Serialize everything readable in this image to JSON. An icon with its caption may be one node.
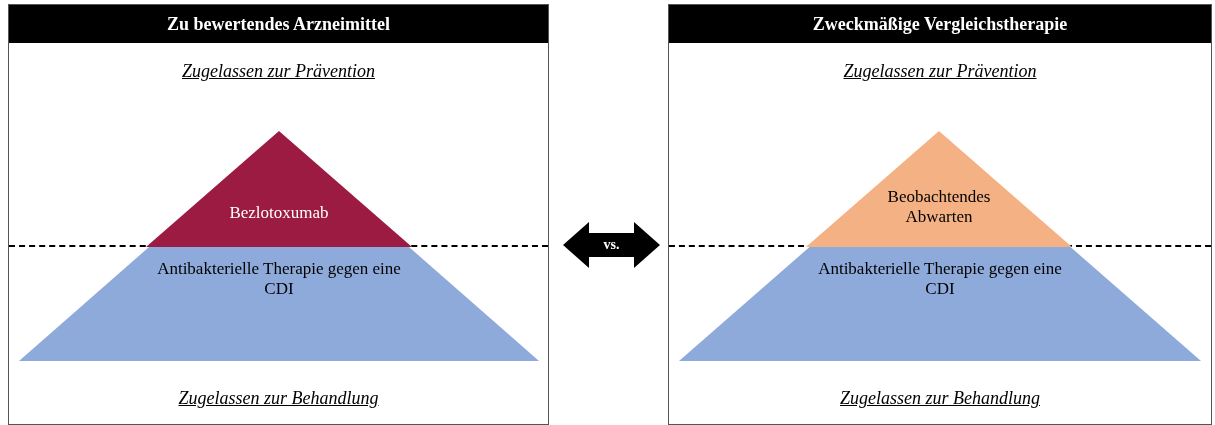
{
  "diagram": {
    "nodes": [
      {
        "text": [
          "Zu bewertendes Arzneimittel",
          "Zugelassen zur Prävention",
          "Zugelassen zur Behandlung"
        ]
      },
      {
        "text": [
          "Bezlotoxumab"
        ],
        "in": 0
      },
      {
        "text": [
          "Antibakterielle Therapie gegen eine CDI"
        ],
        "in": 0
      },
      {
        "text": [
          "Zweckmäßige Vergleichstherapie",
          "Zugelassen zur Prävention",
          "Zugelassen zur Behandlung"
        ]
      },
      {
        "text": [
          "Beobachtendes Abwarten"
        ],
        "in": 3
      },
      {
        "text": [
          "Antibakterielle Therapie gegen eine CDI"
        ],
        "in": 3
      }
    ],
    "edges": [
      {
        "from": 0,
        "to": 3,
        "arrow": "both",
        "label": "vs.",
        "style": "thick"
      }
    ]
  }
}
